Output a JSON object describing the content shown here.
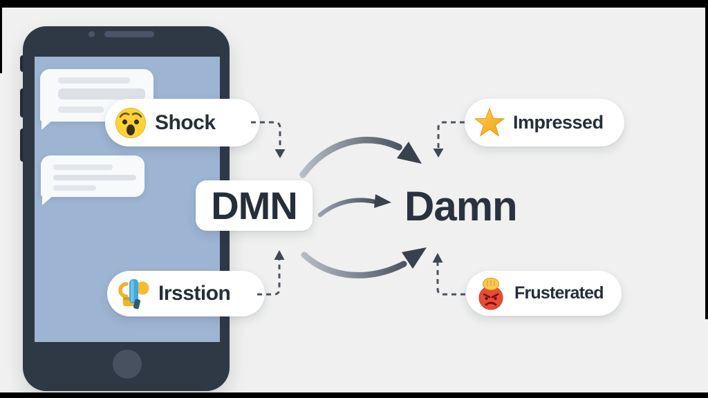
{
  "center": {
    "abbreviation": "DMN",
    "meaning": "Damn"
  },
  "emotion_labels": [
    {
      "text": "Shock",
      "icon": "shocked-face-emoji",
      "position": "top-left"
    },
    {
      "text": "Impressed",
      "icon": "star-emoji",
      "position": "top-right"
    },
    {
      "text": "Irsstion",
      "icon": "trophy-puzzle-emoji",
      "position": "bottom-left"
    },
    {
      "text": "Frusterated",
      "icon": "angry-face-fist-emoji",
      "position": "bottom-right"
    }
  ],
  "phone": {
    "chat_bubbles": [
      {
        "placeholder_lines": 3
      },
      {
        "placeholder_lines": 3
      }
    ]
  },
  "colors": {
    "background": "#eff0ef",
    "letterbox": "#000000",
    "phone_frame": "#2f3845",
    "screen": "#9db4d2",
    "bubble": "#f7f9fb",
    "text_dark": "#262e3a",
    "arrow_dark": "#39414f",
    "arrow_light": "#b6bcc5",
    "dashed_line": "#4b525e",
    "star_gold": "#f6b921"
  }
}
